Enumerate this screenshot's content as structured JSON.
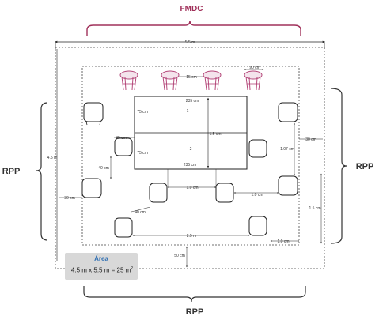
{
  "labels": {
    "fmdc": "FMDC",
    "rpp_left": "RPP",
    "rpp_right": "RPP",
    "rpp_bottom": "RPP"
  },
  "dimensions": {
    "room_width": "5.5 m",
    "room_height": "4.5 m",
    "chair_spacing_top": "90 cm",
    "chair_gap_top": "15 cm",
    "table_length": "235 cm",
    "table_length_bottom": "235 cm",
    "table_section_1": "75 cm",
    "table_section_2": "75 cm",
    "table_depth": "1.5 cm",
    "left_chair_clear": "45 cm",
    "left_aisle": "40 cm",
    "left_wall_gap": "30 cm",
    "right_wall_gap": "30 cm",
    "right_aisle": "1.07 cm",
    "bottom_chair_gap": "1.0 cm",
    "bottom_right_gap": "1.0 cm",
    "bottom_left_clear": "40 cm",
    "bottom_row_width": "2.5 m",
    "right_bottom_height": "1.5 cm",
    "corner_gap": "1.0 cm",
    "bottom_wall_gap": "50 cm"
  },
  "table_numbers": {
    "one": "1",
    "two": "2"
  },
  "area": {
    "title": "Área",
    "formula": "4.5 m x 5.5 m =  25 m",
    "exponent": "2"
  },
  "colors": {
    "stool": "#b5487a",
    "bracket_fmdc": "#a0305a",
    "line": "#222222",
    "area_title": "#2f6fb3"
  }
}
